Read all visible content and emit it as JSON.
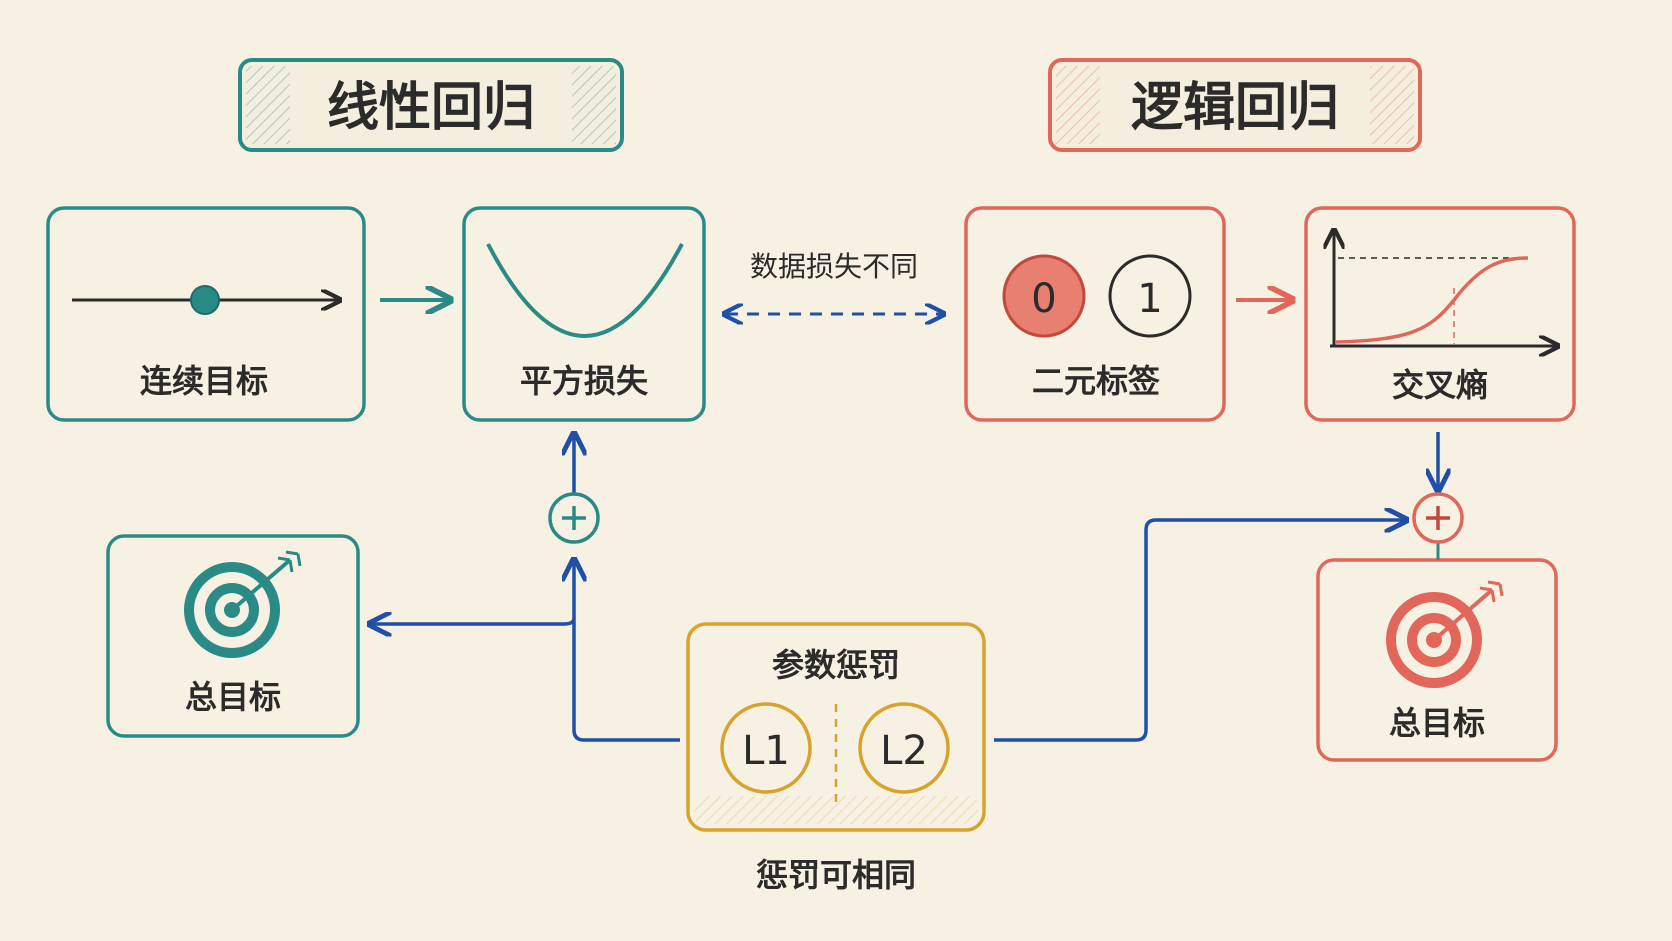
{
  "colors": {
    "background": "#f7f1e4",
    "linear": "#2a8a86",
    "logistic": "#e2665a",
    "penalty": "#d9a22a",
    "connector": "#1f4fa8",
    "ink": "#2b2b2b"
  },
  "titles": {
    "linear": "线性回归",
    "logistic": "逻辑回归"
  },
  "linear": {
    "target_label": "连续目标",
    "loss_label": "平方损失",
    "objective_label": "总目标"
  },
  "logistic": {
    "labels_label": "二元标签",
    "digits": [
      "0",
      "1"
    ],
    "loss_label": "交叉熵",
    "objective_label": "总目标"
  },
  "compare_note": "数据损失不同",
  "penalty": {
    "title": "参数惩罚",
    "options": [
      "L1",
      "L2"
    ],
    "note": "惩罚可相同"
  },
  "icons": [
    "target-arrow-icon",
    "plus-icon",
    "parabola-icon",
    "sigmoid-curve-icon",
    "number-line-icon"
  ]
}
